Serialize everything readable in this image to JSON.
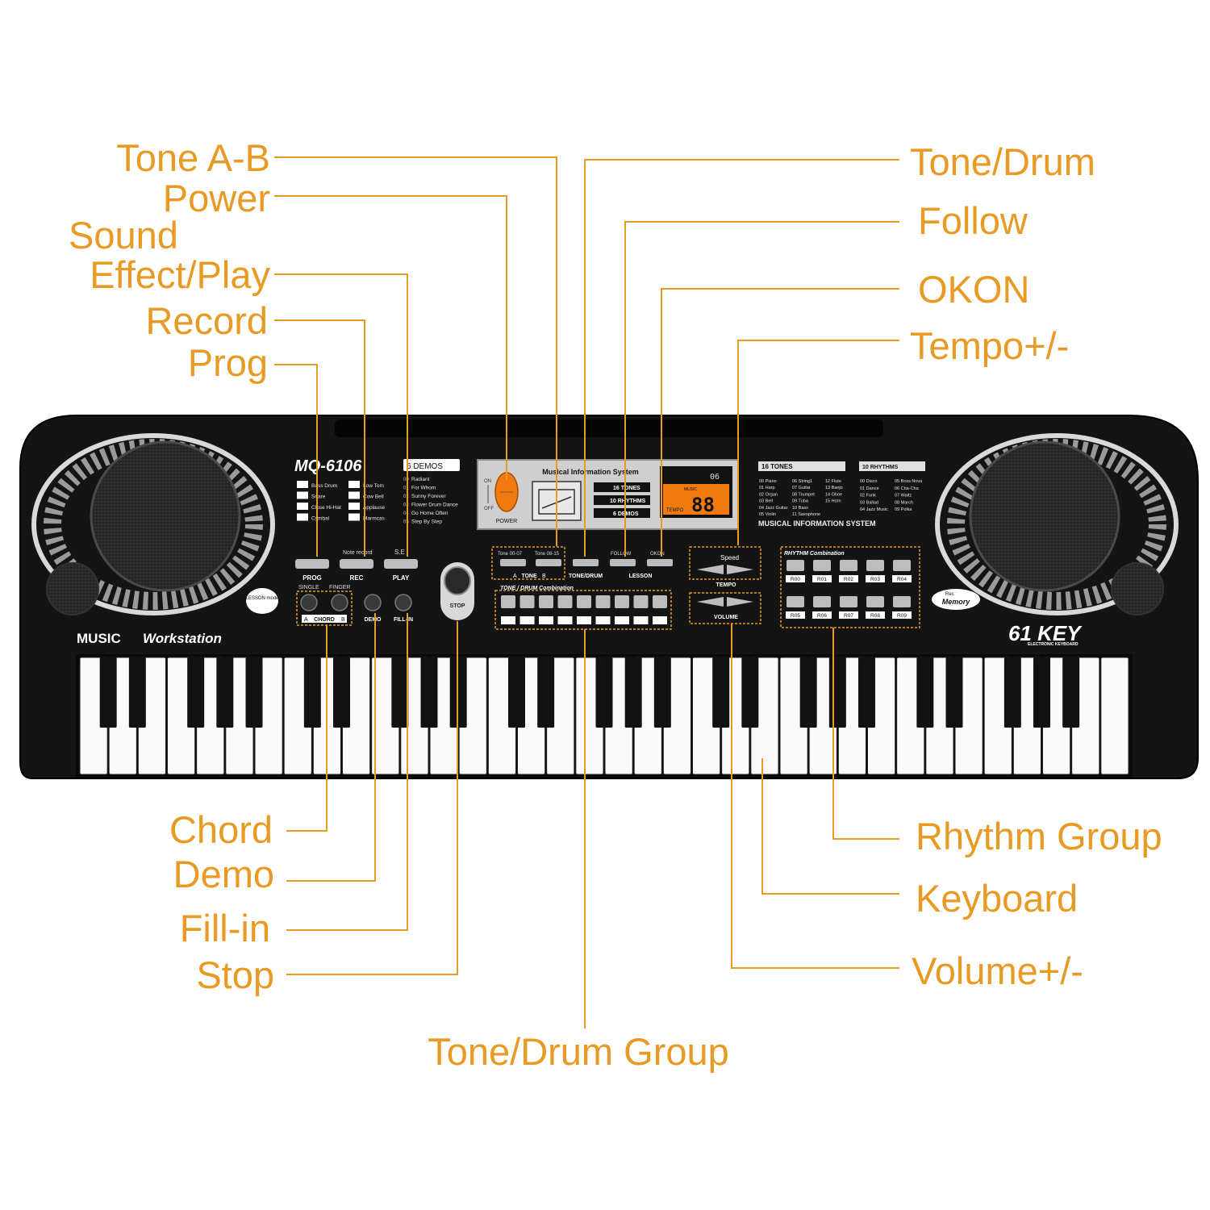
{
  "callouts": {
    "tone_ab": "Tone A-B",
    "power": "Power",
    "sound_effect_1": "Sound",
    "sound_effect_2": "Effect/Play",
    "record": "Record",
    "prog": "Prog",
    "tone_drum": "Tone/Drum",
    "follow": "Follow",
    "okon": "OKON",
    "tempo": "Tempo+/-",
    "chord": "Chord",
    "demo": "Demo",
    "fill_in": "Fill-in",
    "stop": "Stop",
    "rhythm_group": "Rhythm Group",
    "keyboard": "Keyboard",
    "volume": "Volume+/-",
    "tone_drum_group": "Tone/Drum Group"
  },
  "panel": {
    "model": "MQ-6106",
    "demos_header": "6 DEMOS",
    "sound_effects": [
      "Bass Drum",
      "Snare",
      "Close Hi-Hat",
      "Cymbal",
      "Low Tom",
      "Cow Bell",
      "Applause",
      "Marmcas"
    ],
    "demos": [
      "Radiant",
      "For Whom",
      "Sunny Forever",
      "Flower Drum Dance",
      "Go Home Often",
      "Step By Step"
    ],
    "prog_label": "PROG",
    "rec_label": "REC",
    "play_label": "PLAY",
    "note_record_label": "Note record",
    "se_label": "S.E",
    "lesson_mode": "LESSON mode",
    "single_label": "SINGLE",
    "finger_label": "FINGER",
    "chord_label": "CHORD",
    "chord_a": "A",
    "chord_b": "B",
    "demo_label": "DEMO",
    "fill_in_label": "FILL-IN",
    "stop_label": "STOP",
    "music_workstation_1": "MUSIC",
    "music_workstation_2": "Workstation",
    "display_title": "Musical Information System",
    "on_label": "ON",
    "off_label": "OFF",
    "power_label": "POWER",
    "tones_badge": "16 TONES",
    "rhythms_badge": "10 RHYTHMS",
    "demos_badge": "6 DEMOS",
    "lcd_digits": "88",
    "lcd_small": "06",
    "lcd_music": "MUSIC",
    "lcd_tempo": "TEMPO",
    "tone_0007": "Tone 00-07",
    "tone_0815": "Tone 08-15",
    "tone_label": "TONE",
    "tone_a": "A",
    "tone_b": "B",
    "tone_drum_label": "TONE/DRUM",
    "follow_label": "FOLLOW",
    "okon_label": "OKON",
    "lesson_label": "LESSON",
    "tone_drum_combo": "TONE / DRUM Combination",
    "tones_header": "16 TONES",
    "rhythms_header": "10 RHYTHMS",
    "tones_list": [
      "00 Piano",
      "01 Harp",
      "02 Organ",
      "03 Bell",
      "04 Jazz Guitar",
      "05 Violin",
      "06 String1",
      "07 Guitar",
      "08 Trumpet",
      "09 Tuba",
      "10 Bass",
      "11 Saxophone",
      "12 Flute",
      "13 Banjo",
      "14 Oboe",
      "15 Horn"
    ],
    "rhythms_list": [
      "00 Disco",
      "01 Dance",
      "02 Funk",
      "03 Ballad",
      "04 Jazz Music",
      "05 Boss Nova",
      "06 Cha-Cha",
      "07 Waltz",
      "08 March",
      "09 Polka"
    ],
    "mis_label": "MUSICAL INFORMATION SYSTEM",
    "speed_label": "Speed",
    "tempo_label": "TEMPO",
    "volume_label": "VOLUME",
    "rhythm_combo": "RHYTHM Combination",
    "rhythm_codes": [
      "R00",
      "R01",
      "R02",
      "R03",
      "R04",
      "R05",
      "R06",
      "R07",
      "R08",
      "R09"
    ],
    "rec_memory_1": "Rec",
    "rec_memory_2": "Memory",
    "key_count": "61 KEY",
    "electronic_keyboard": "ELECTRONIC KEYBOARD",
    "white_key_count": 36
  },
  "colors": {
    "callout": "#e89a24",
    "body": "#141414",
    "lcd": "#f07a10",
    "power_switch": "#f07a10"
  }
}
